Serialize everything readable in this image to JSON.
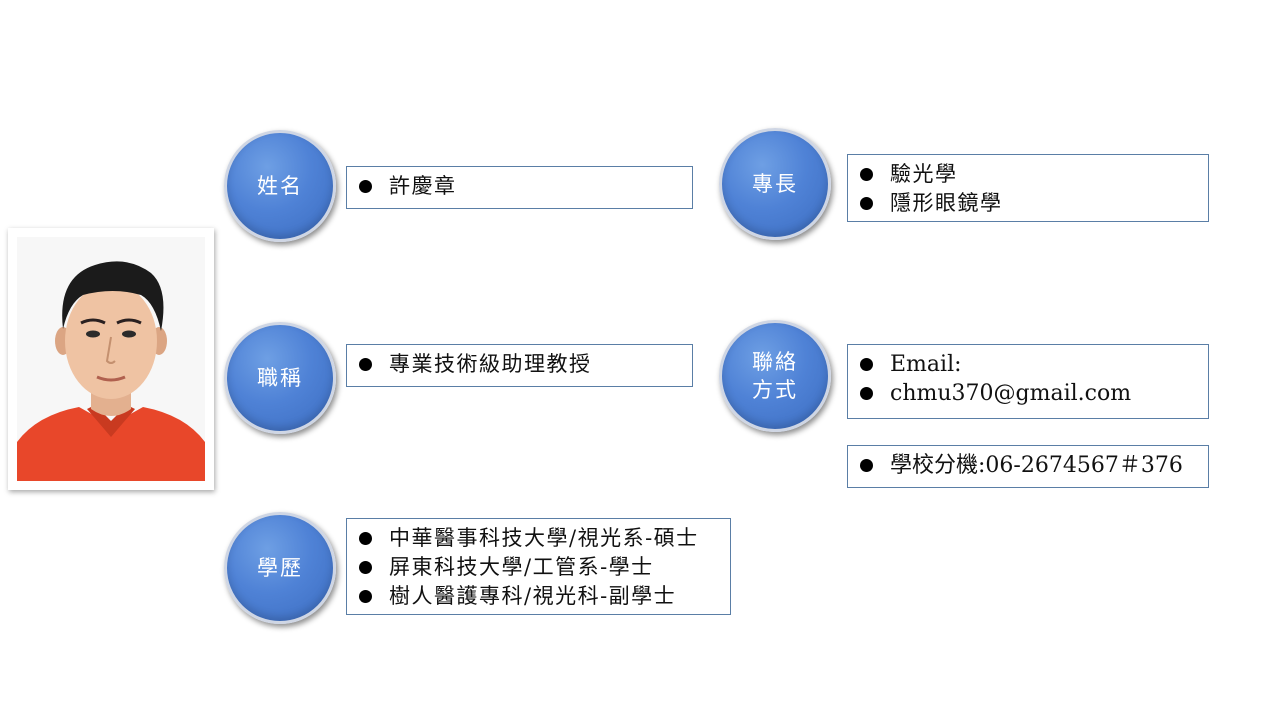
{
  "name": {
    "label": "姓名",
    "value": "許慶章"
  },
  "title": {
    "label": "職稱",
    "value": "專業技術級助理教授"
  },
  "education": {
    "label": "學歷",
    "items": [
      "中華醫事科技大學/視光系-碩士",
      "屏東科技大學/工管系-學士",
      "樹人醫護專科/視光科-副學士"
    ]
  },
  "specialty": {
    "label": "專長",
    "items": [
      "驗光學",
      "隱形眼鏡學"
    ]
  },
  "contact": {
    "label_line1": "聯絡",
    "label_line2": "方式",
    "items": [
      "Email:",
      "chmu370@gmail.com"
    ],
    "extension": "學校分機:06-2674567＃376"
  },
  "colors": {
    "circle": "#4f82d6",
    "box_border": "#5a7ea6",
    "shirt": "#e8472a"
  }
}
